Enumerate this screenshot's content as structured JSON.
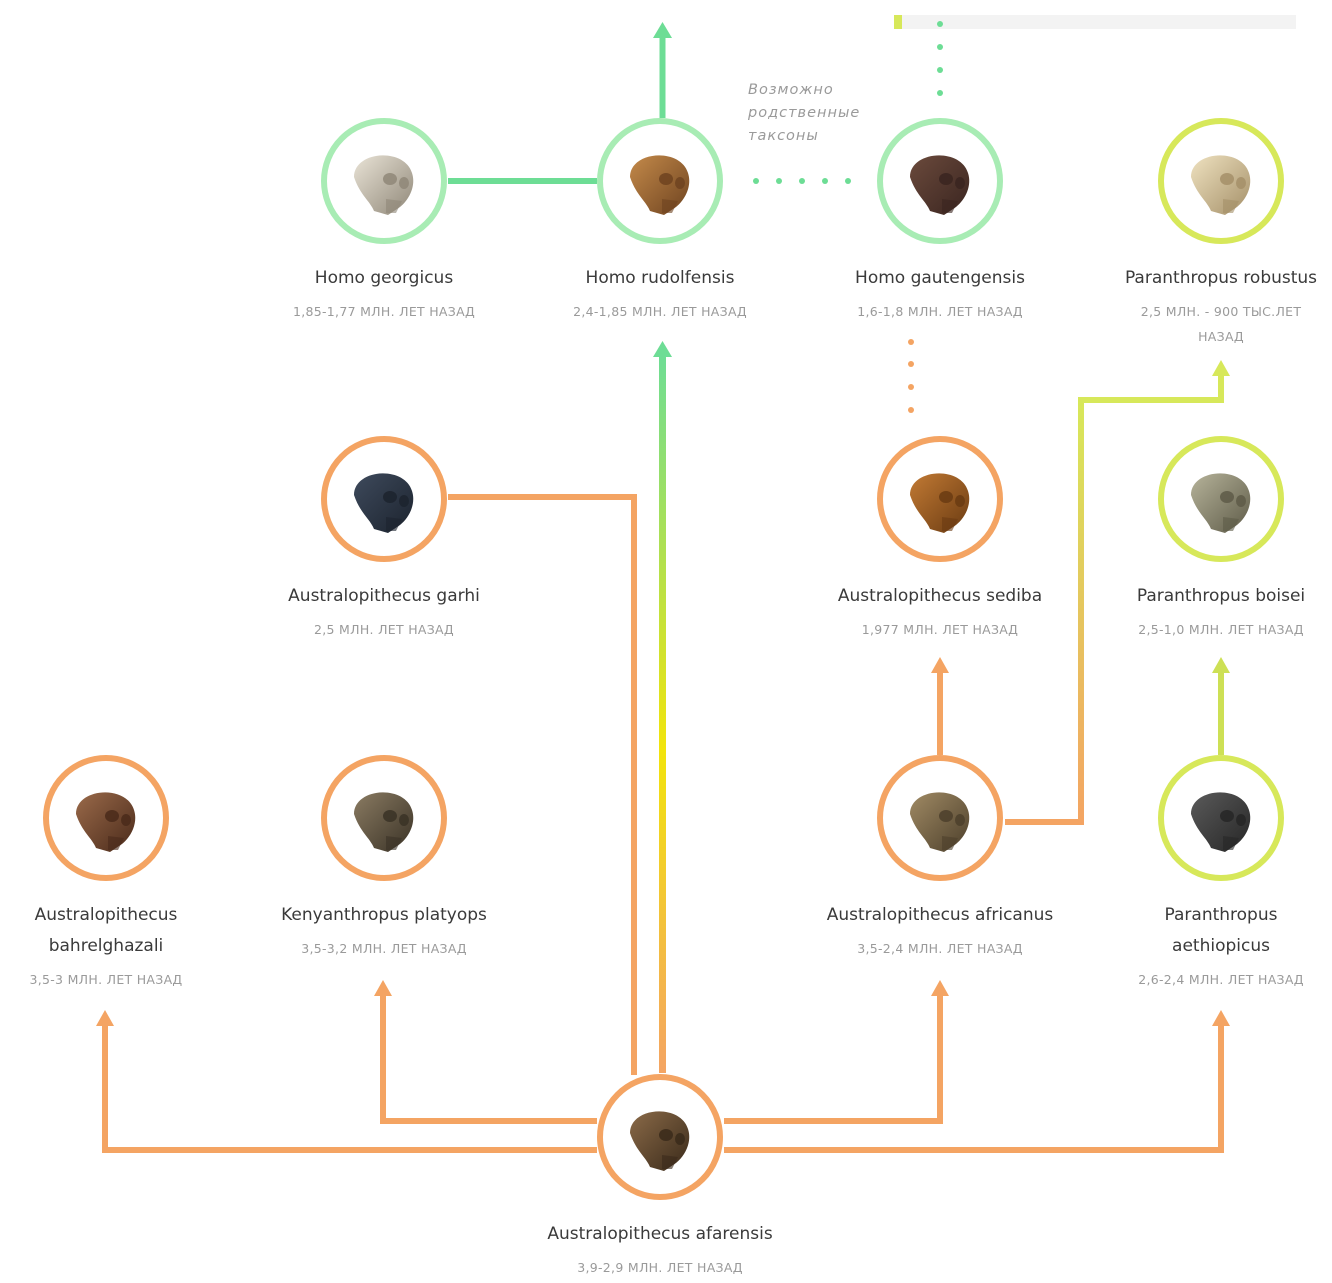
{
  "colors": {
    "homo": "#a8ecb4",
    "homo_line": "#6ddd95",
    "australopithecus": "#f4a463",
    "paranthropus": "#d7e85a",
    "gradient_mid": "#f2e40c",
    "paranthropus_line": "#cde055",
    "dotted": "#6ddd95",
    "dotted_orange": "#f4a463",
    "bar_bg": "#f3f3f3",
    "bar_accent": "#d7e85a"
  },
  "note": {
    "lines": [
      "Возможно",
      "родственные",
      "таксоны"
    ]
  },
  "nodes": [
    {
      "id": "homo-georgicus",
      "name_lines": [
        "Homo georgicus"
      ],
      "date_lines": [
        "1,85-1,77 МЛН. ЛЕТ НАЗАД"
      ],
      "group": "homo",
      "skull_icon": "skull-icon"
    },
    {
      "id": "homo-rudolfensis",
      "name_lines": [
        "Homo rudolfensis"
      ],
      "date_lines": [
        "2,4-1,85 МЛН. ЛЕТ НАЗАД"
      ],
      "group": "homo",
      "skull_icon": "skull-icon"
    },
    {
      "id": "homo-gautengensis",
      "name_lines": [
        "Homo gautengensis"
      ],
      "date_lines": [
        "1,6-1,8 МЛН. ЛЕТ НАЗАД"
      ],
      "group": "homo",
      "skull_icon": "skull-icon"
    },
    {
      "id": "paranthropus-robustus",
      "name_lines": [
        "Paranthropus robustus"
      ],
      "date_lines": [
        "2,5 МЛН. - 900 ТЫС.ЛЕТ",
        "НАЗАД"
      ],
      "group": "paranthropus",
      "skull_icon": "skull-icon"
    },
    {
      "id": "australopithecus-garhi",
      "name_lines": [
        "Australopithecus garhi"
      ],
      "date_lines": [
        "2,5 МЛН. ЛЕТ НАЗАД"
      ],
      "group": "australopithecus",
      "skull_icon": "skull-icon"
    },
    {
      "id": "australopithecus-sediba",
      "name_lines": [
        "Australopithecus sediba"
      ],
      "date_lines": [
        "1,977 МЛН. ЛЕТ НАЗАД"
      ],
      "group": "australopithecus",
      "skull_icon": "skull-icon"
    },
    {
      "id": "paranthropus-boisei",
      "name_lines": [
        "Paranthropus boisei"
      ],
      "date_lines": [
        "2,5-1,0 МЛН. ЛЕТ НАЗАД"
      ],
      "group": "paranthropus",
      "skull_icon": "skull-icon"
    },
    {
      "id": "australopithecus-bahrelghazali",
      "name_lines": [
        "Australopithecus",
        "bahrelghazali"
      ],
      "date_lines": [
        "3,5-3 МЛН. ЛЕТ НАЗАД"
      ],
      "group": "australopithecus",
      "skull_icon": "skull-icon"
    },
    {
      "id": "kenyanthropus-platyops",
      "name_lines": [
        "Kenyanthropus platyops"
      ],
      "date_lines": [
        "3,5-3,2 МЛН. ЛЕТ НАЗАД"
      ],
      "group": "australopithecus",
      "skull_icon": "skull-icon"
    },
    {
      "id": "australopithecus-africanus",
      "name_lines": [
        "Australopithecus africanus"
      ],
      "date_lines": [
        "3,5-2,4 МЛН. ЛЕТ НАЗАД"
      ],
      "group": "australopithecus",
      "skull_icon": "skull-icon"
    },
    {
      "id": "paranthropus-aethiopicus",
      "name_lines": [
        "Paranthropus",
        "aethiopicus"
      ],
      "date_lines": [
        "2,6-2,4 МЛН. ЛЕТ НАЗАД"
      ],
      "group": "paranthropus",
      "skull_icon": "skull-icon"
    },
    {
      "id": "australopithecus-afarensis",
      "name_lines": [
        "Australopithecus afarensis"
      ],
      "date_lines": [
        "3,9-2,9 МЛН. ЛЕТ НАЗАД"
      ],
      "group": "australopithecus",
      "skull_icon": "skull-icon"
    }
  ],
  "links": [
    {
      "from": "australopithecus-afarensis",
      "to": "australopithecus-bahrelghazali",
      "style": "solid"
    },
    {
      "from": "australopithecus-afarensis",
      "to": "kenyanthropus-platyops",
      "style": "solid"
    },
    {
      "from": "australopithecus-afarensis",
      "to": "australopithecus-garhi",
      "style": "solid"
    },
    {
      "from": "australopithecus-afarensis",
      "to": "homo-rudolfensis",
      "style": "solid"
    },
    {
      "from": "australopithecus-afarensis",
      "to": "australopithecus-africanus",
      "style": "solid"
    },
    {
      "from": "australopithecus-afarensis",
      "to": "paranthropus-aethiopicus",
      "style": "solid"
    },
    {
      "from": "australopithecus-africanus",
      "to": "australopithecus-sediba",
      "style": "solid"
    },
    {
      "from": "australopithecus-africanus",
      "to": "paranthropus-robustus",
      "style": "solid"
    },
    {
      "from": "paranthropus-aethiopicus",
      "to": "paranthropus-boisei",
      "style": "solid"
    },
    {
      "from": "homo-georgicus",
      "to": "homo-rudolfensis",
      "style": "solid"
    },
    {
      "from": "homo-rudolfensis",
      "to": "homo-gautengensis",
      "style": "dotted"
    },
    {
      "from": "australopithecus-sediba",
      "to": "homo-gautengensis",
      "style": "dotted"
    }
  ]
}
